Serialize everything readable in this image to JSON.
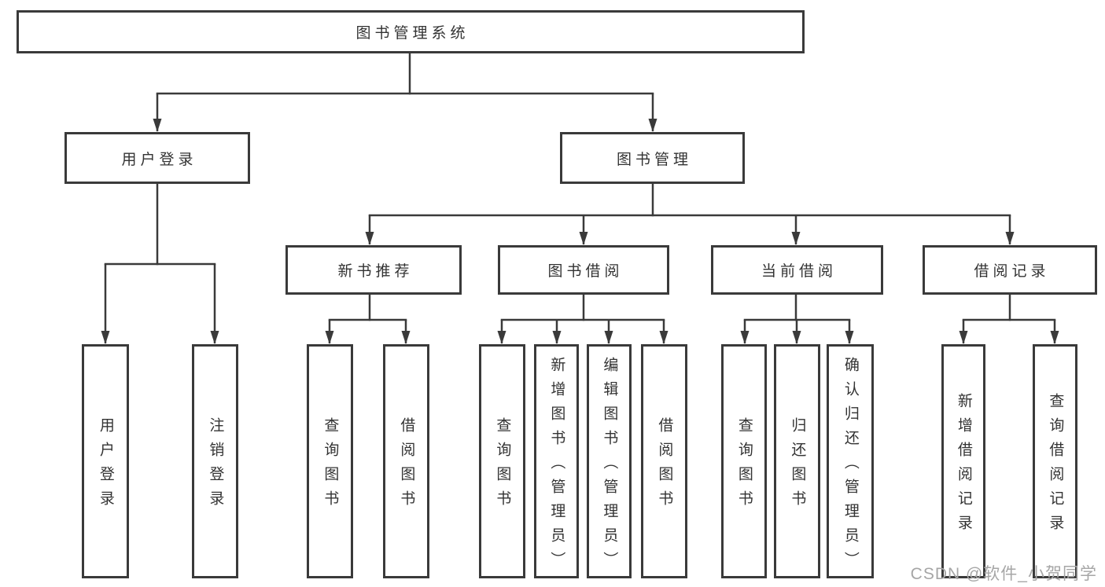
{
  "diagram": {
    "type": "tree",
    "label": "图书管理系统",
    "children": [
      {
        "label": "用户登录",
        "children": [
          {
            "label": "用户登录"
          },
          {
            "label": "注销登录"
          }
        ]
      },
      {
        "label": "图书管理",
        "children": [
          {
            "label": "新书推荐",
            "children": [
              {
                "label": "查询图书"
              },
              {
                "label": "借阅图书"
              }
            ]
          },
          {
            "label": "图书借阅",
            "children": [
              {
                "label": "查询图书"
              },
              {
                "label": "新增图书（管理员）"
              },
              {
                "label": "编辑图书（管理员）"
              },
              {
                "label": "借阅图书"
              }
            ]
          },
          {
            "label": "当前借阅",
            "children": [
              {
                "label": "查询图书"
              },
              {
                "label": "归还图书"
              },
              {
                "label": "确认归还（管理员）"
              }
            ]
          },
          {
            "label": "借阅记录",
            "children": [
              {
                "label": "新增借阅记录"
              },
              {
                "label": "查询借阅记录"
              }
            ]
          }
        ]
      }
    ]
  },
  "watermark": {
    "text": "CSDN @软件_小贺同学"
  },
  "colors": {
    "line": "#3a3a3a",
    "box_border": "#3a3a3a",
    "box_fill": "#ffffff",
    "text": "#333333",
    "watermark": "#a6a6a6",
    "background": "#ffffff"
  }
}
